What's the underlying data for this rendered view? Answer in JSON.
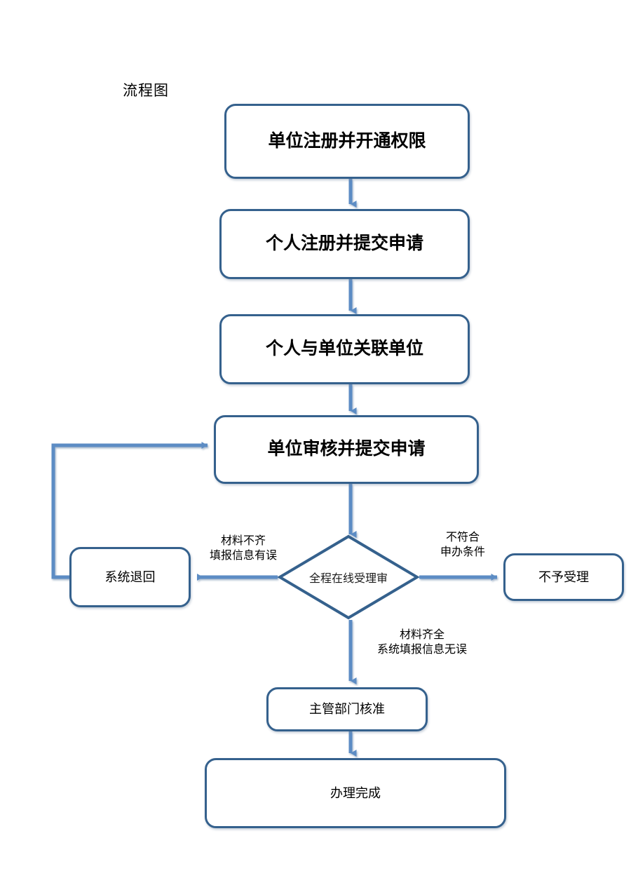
{
  "diagram": {
    "title": "流程图",
    "accent_border": "#35618d",
    "accent_connector": "#5b8cc4",
    "background": "#ffffff",
    "nodes": [
      {
        "id": "unit-register",
        "label": "单位注册并开通权限"
      },
      {
        "id": "person-register",
        "label": "个人注册并提交申请"
      },
      {
        "id": "person-link",
        "label": "个人与单位关联单位"
      },
      {
        "id": "unit-review",
        "label": "单位审核并提交申请"
      },
      {
        "id": "system-return",
        "label": "系统退回"
      },
      {
        "id": "not-accepted",
        "label": "不予受理"
      },
      {
        "id": "dept-approve",
        "label": "主管部门核准"
      },
      {
        "id": "complete",
        "label": "办理完成"
      }
    ],
    "decision": {
      "id": "online-review",
      "label": "全程在线受理审"
    },
    "edge_labels": {
      "left_line1": "材料不齐",
      "left_line2": "填报信息有误",
      "right_line1": "不符合",
      "right_line2": "申办条件",
      "down_line1": "材料齐全",
      "down_line2": "系统填报信息无误"
    }
  }
}
